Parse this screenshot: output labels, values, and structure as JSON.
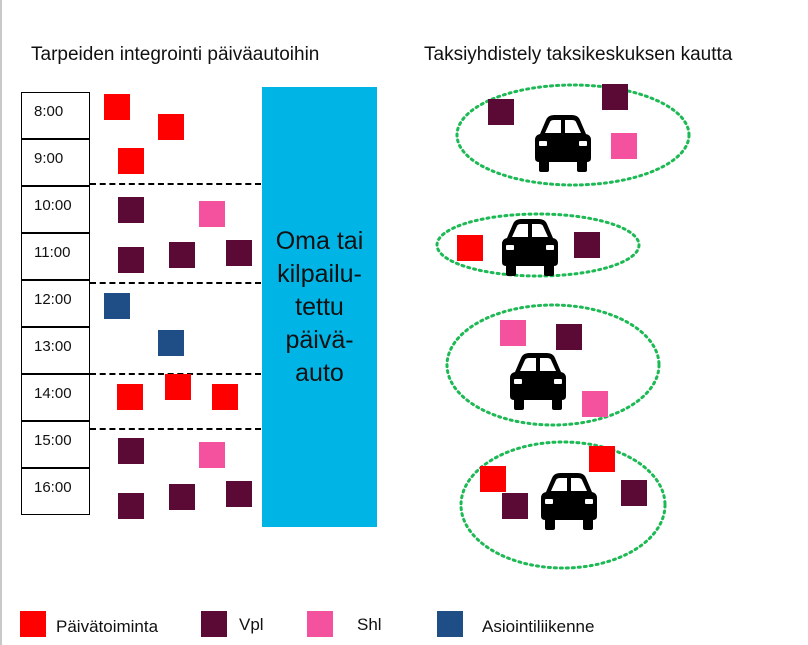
{
  "left_title": "Tarpeiden integrointi päiväautoihin",
  "right_title": "Taksiyhdistely taksikeskuksen kautta",
  "times": [
    "8:00",
    "9:00",
    "10:00",
    "11:00",
    "12:00",
    "13:00",
    "14:00",
    "15:00",
    "16:00"
  ],
  "bar_text": "Oma tai\nkilpailu-\ntettu\npäivä-\nauto",
  "legend": {
    "paivatoiminta": "Päivätoiminta",
    "vpl": "Vpl",
    "shl": "Shl",
    "asiointi": "Asiointiliikenne"
  },
  "colors": {
    "paivatoiminta": "#ff0000",
    "vpl": "#5b0a35",
    "shl": "#f4529f",
    "asiointi": "#1f4e87",
    "bar": "#00b4e6",
    "group_outline": "#1db954"
  },
  "icons": [
    "car-icon"
  ]
}
